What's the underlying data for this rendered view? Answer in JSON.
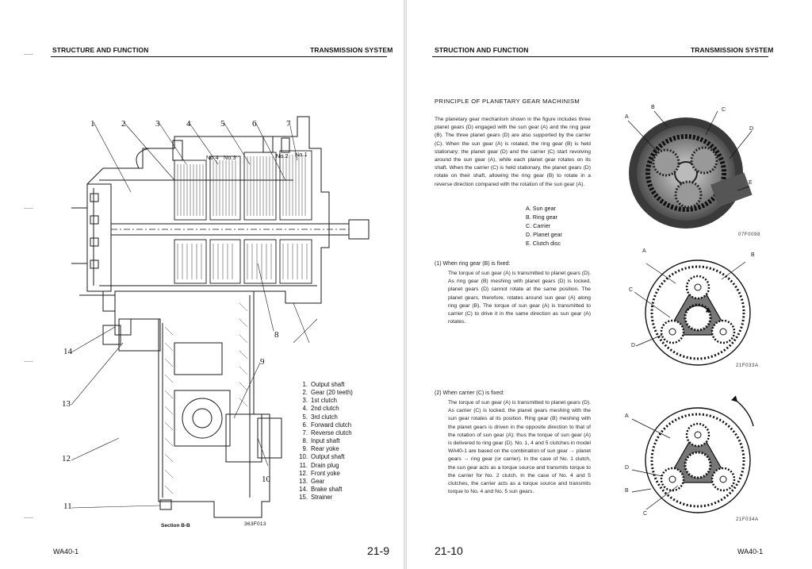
{
  "left_page": {
    "header_left": "STRUCTURE AND FUNCTION",
    "header_right": "TRANSMISSION SYSTEM",
    "diagram": {
      "callouts": [
        "1",
        "2",
        "3",
        "4",
        "5",
        "6",
        "7",
        "8",
        "9",
        "10",
        "11",
        "12",
        "13",
        "14"
      ],
      "clutch_labels": [
        "No.4",
        "No.3",
        "No.2",
        "No.1"
      ],
      "section_label": "Section B-B",
      "figure_code": "363F013"
    },
    "legend": [
      {
        "num": "1.",
        "text": "Output shaft"
      },
      {
        "num": "2.",
        "text": "Gear (20 teeth)"
      },
      {
        "num": "3.",
        "text": "1st clutch"
      },
      {
        "num": "4.",
        "text": "2nd clutch"
      },
      {
        "num": "5.",
        "text": "3rd clutch"
      },
      {
        "num": "6.",
        "text": "Forward clutch"
      },
      {
        "num": "7.",
        "text": "Reverse clutch"
      },
      {
        "num": "8.",
        "text": "Input shaft"
      },
      {
        "num": "9.",
        "text": "Rear yoke"
      },
      {
        "num": "10.",
        "text": "Output shaft"
      },
      {
        "num": "11.",
        "text": "Drain plug"
      },
      {
        "num": "12.",
        "text": "Front yoke"
      },
      {
        "num": "13.",
        "text": "Gear"
      },
      {
        "num": "14.",
        "text": "Brake shaft"
      },
      {
        "num": "15.",
        "text": "Strainer"
      }
    ],
    "footer_model": "WA40-1",
    "page_number": "21-9"
  },
  "right_page": {
    "header_left": "STRUCTION AND FUNCTION",
    "header_right": "TRANSMISSION SYSTEM",
    "section_title": "PRINCIPLE OF PLANETARY GEAR MACHINISM",
    "intro": "The planetary gear mechanism shown in the figure includes three planet gears (D) engaged with the sun gear (A) and the ring gear (B). The three planet gears (D) are also supported by the carrier (C). When the sun gear (A) is rotated, the ring gear (B) is held stationary; the planet gear (D) and the carrier (C) start revolving around the sun gear (A), while each planet gear rotates on its shaft. When the carrier (C) is held stationary, the planet gears (D) rotate on their shaft, allowing the ring gear (B) to rotate in a reverse direction compared with the rotation of the sun gear (A).",
    "parts": [
      "A. Sun gear",
      "B. Ring gear",
      "C. Carrier",
      "D. Planet gear",
      "E. Clutch disc"
    ],
    "case1": {
      "heading": "(1)  When ring gear (B) is fixed:",
      "body": "The torque of sun gear (A) is transmitted to planet gears (D). As ring gear (B) meshing with planet gears (D) is locked, planet gears (D) cannot rotate at the same position. The planet gears, therefore, rotates around sun gear (A) along ring gear (B). The torque of sun gear (A) is transmitted to carrier (C) to drive it in the same direction as sun gear (A) rotates."
    },
    "case2": {
      "heading": "(2)  When carrier (C) is fixed:",
      "body": "The torque of sun gear (A) is transmitted to planet gears (D). As carrier (C) is locked, the planet gears meshing with the sun gear rotates at its position. Ring gear (B) meshing with the planet gears is driven in the opposite direction to that of the rotation of sun gear (A); thus the torque of sun gear (A) is delivered to ring gear (D). No. 1, 4 and 5 clutches in model WA40-1 are based on the combination of sun gear → planet gears → ring gear (or carrier). In the case of No. 1 clutch, the sun gear acts as a torque source and transmits torque to the carrier for No. 2 clutch. In the case of No. 4 and 5 clutches, the carrier acts as a torque source and transmits torque to No. 4 and No. 5 sun gears."
    },
    "fig1": {
      "labels": [
        "A",
        "B",
        "C",
        "D",
        "E"
      ],
      "code": "07F0098"
    },
    "fig2": {
      "labels": [
        "A",
        "B",
        "C",
        "D"
      ],
      "code": "21F033A"
    },
    "fig3": {
      "labels": [
        "A",
        "D",
        "B",
        "C"
      ],
      "code": "21F034A"
    },
    "page_number": "21-10",
    "footer_model": "WA40-1"
  }
}
